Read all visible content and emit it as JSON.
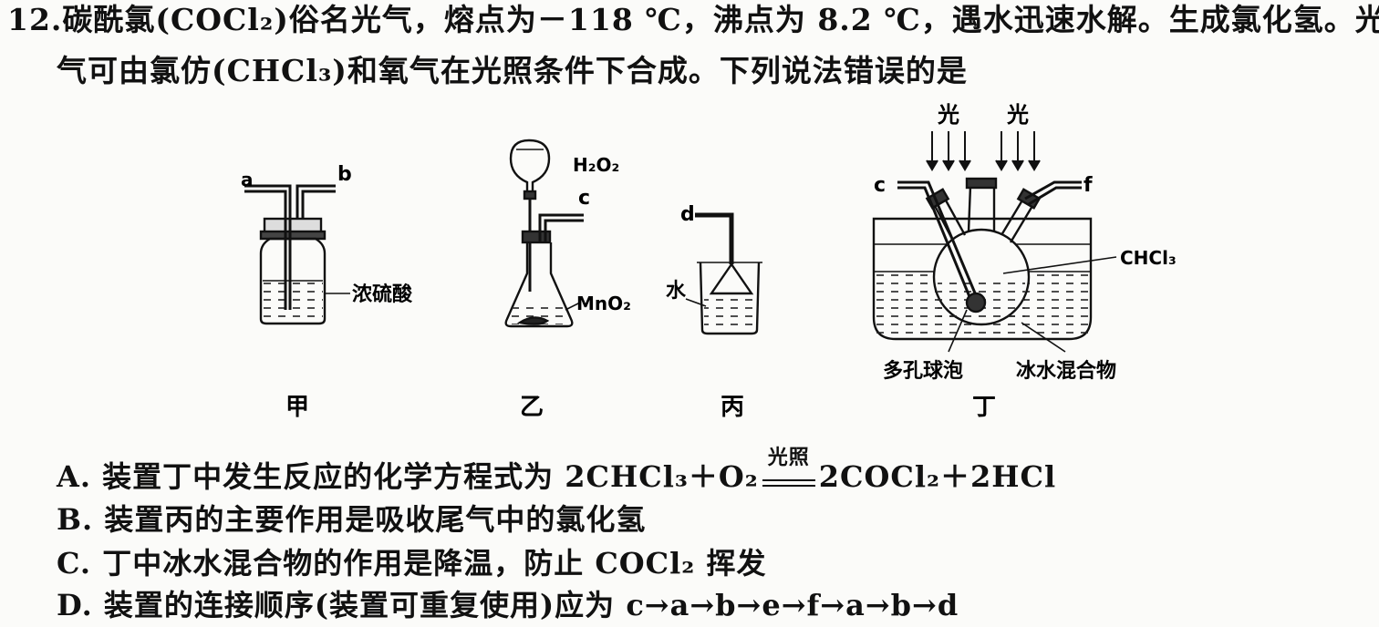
{
  "question": {
    "number": "12.",
    "line1": "碳酰氯(COCl₂)俗名光气，熔点为－118 ℃，沸点为 8.2 ℃，遇水迅速水解。生成氯化氢。光",
    "line2": "气可由氯仿(CHCl₃)和氧气在光照条件下合成。下列说法错误的是"
  },
  "figures": {
    "jia": {
      "caption": "甲",
      "label_a": "a",
      "label_b": "b",
      "reagent": "浓硫酸"
    },
    "yi": {
      "caption": "乙",
      "label_c": "c",
      "top_reagent": "H₂O₂",
      "solid": "MnO₂"
    },
    "bing": {
      "caption": "丙",
      "label_d": "d",
      "liquid": "水"
    },
    "ding": {
      "caption": "丁",
      "label_c": "c",
      "label_f": "f",
      "light_left": "光",
      "light_right": "光",
      "chcl3": "CHCl₃",
      "bubbler": "多孔球泡",
      "bath": "冰水混合物"
    }
  },
  "options": {
    "A_pre": "A. 装置丁中发生反应的化学方程式为 2CHCl₃＋O₂",
    "A_cond": "光照",
    "A_post": "2COCl₂＋2HCl",
    "B": "B. 装置丙的主要作用是吸收尾气中的氯化氢",
    "C": "C. 丁中冰水混合物的作用是降温，防止 COCl₂ 挥发",
    "D": "D. 装置的连接顺序(装置可重复使用)应为 c→a→b→e→f→a→b→d"
  }
}
